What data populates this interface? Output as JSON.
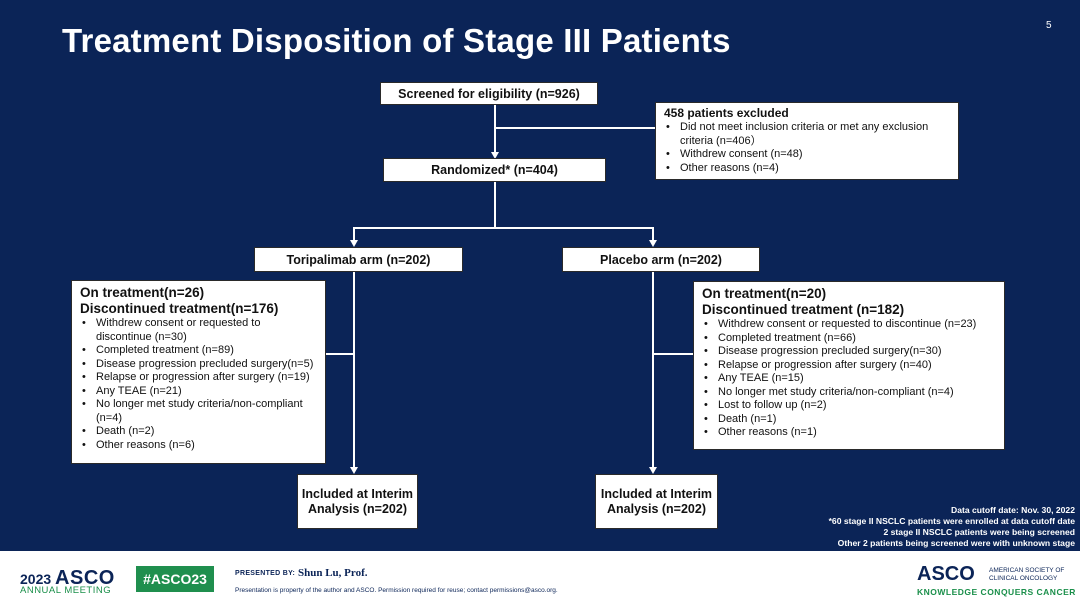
{
  "slide": {
    "title": "Treatment Disposition of Stage III Patients",
    "page_number": "5"
  },
  "flow": {
    "screened": "Screened for eligibility (n=926)",
    "excluded": {
      "title": "458 patients excluded",
      "items": [
        "Did not meet inclusion criteria or met any exclusion criteria (n=406）",
        "Withdrew consent (n=48)",
        "Other reasons (n=4)"
      ]
    },
    "randomized": "Randomized* (n=404)",
    "left_arm": {
      "label": "Toripalimab arm (n=202)",
      "on_treatment": "On treatment(n=26)",
      "discontinued": "Discontinued treatment(n=176)",
      "items": [
        "Withdrew consent or requested to discontinue (n=30)",
        "Completed treatment (n=89)",
        "Disease progression precluded surgery(n=5)",
        "Relapse or progression after surgery (n=19)",
        "Any TEAE (n=21)",
        "No longer met study criteria/non-compliant (n=4)",
        "Death (n=2)",
        "Other reasons (n=6)"
      ],
      "included": "Included at Interim Analysis (n=202)"
    },
    "right_arm": {
      "label": "Placebo arm (n=202)",
      "on_treatment": "On treatment(n=20)",
      "discontinued": "Discontinued treatment (n=182)",
      "items": [
        "Withdrew consent or requested to discontinue (n=23)",
        "Completed treatment (n=66)",
        "Disease progression precluded surgery(n=30)",
        "Relapse or progression after surgery (n=40)",
        "Any TEAE (n=15)",
        "No longer met study criteria/non-compliant (n=4)",
        "Lost to follow up (n=2)",
        "Death (n=1)",
        "Other reasons (n=1)"
      ],
      "included": "Included at Interim Analysis (n=202)"
    },
    "notes": [
      "Data cutoff date: Nov. 30, 2022",
      "*60 stage II NSCLC patients were enrolled at data cutoff date",
      "2 stage II NSCLC patients were being screened",
      "Other 2 patients being screened were with unknown stage"
    ]
  },
  "footer": {
    "year": "2023",
    "brand": "ASCO",
    "meeting": "ANNUAL MEETING",
    "hashtag": "#ASCO23",
    "presented_by": "PRESENTED BY:",
    "presenter": "Shun Lu, Prof.",
    "permission": "Presentation is property of the author and ASCO. Permission required for reuse; contact permissions@asco.org.",
    "logo": "ASCO",
    "society": [
      "AMERICAN SOCIETY OF",
      "CLINICAL ONCOLOGY"
    ],
    "tagline": "KNOWLEDGE CONQUERS CANCER"
  },
  "colors": {
    "background": "#0b2457",
    "box": "#ffffff",
    "footer_green": "#1f8f4e"
  }
}
